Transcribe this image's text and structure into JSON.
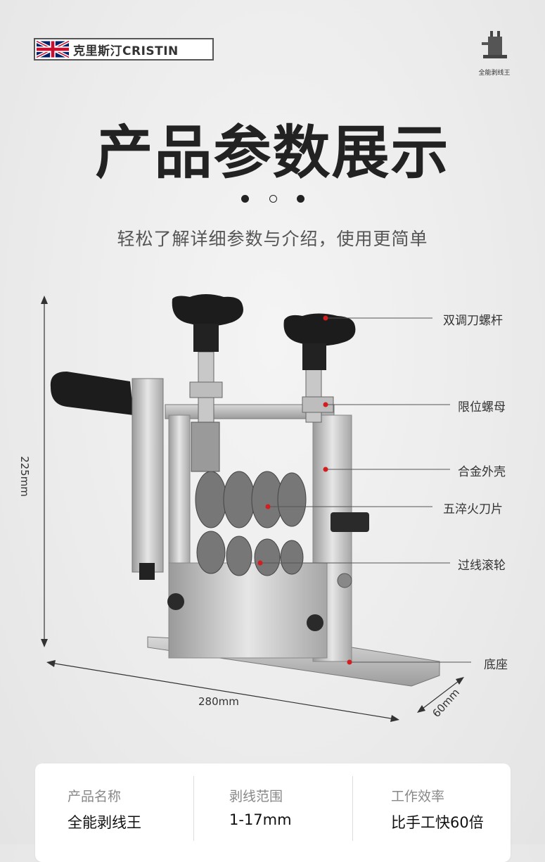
{
  "brand": {
    "name": "克里斯汀CRISTIN"
  },
  "corner_logo": {
    "caption": "全能剥线王"
  },
  "title": "产品参数展示",
  "subtitle": "轻松了解详细参数与介绍，使用更简单",
  "diagram": {
    "parts": [
      "双调刀螺杆",
      "限位螺母",
      "合金外壳",
      "五淬火刀片",
      "过线滚轮",
      "底座"
    ],
    "dimensions": {
      "height": "225mm",
      "length": "280mm",
      "depth": "60mm"
    }
  },
  "specs": [
    {
      "label": "产品名称",
      "value": "全能剥线王"
    },
    {
      "label": "剥线范围",
      "value": "1-17mm"
    },
    {
      "label": "工作效率",
      "value": "比手工快60倍"
    }
  ],
  "colors": {
    "accent_dot": "#d21e1e",
    "text_dark": "#222222",
    "text_muted": "#888888"
  }
}
